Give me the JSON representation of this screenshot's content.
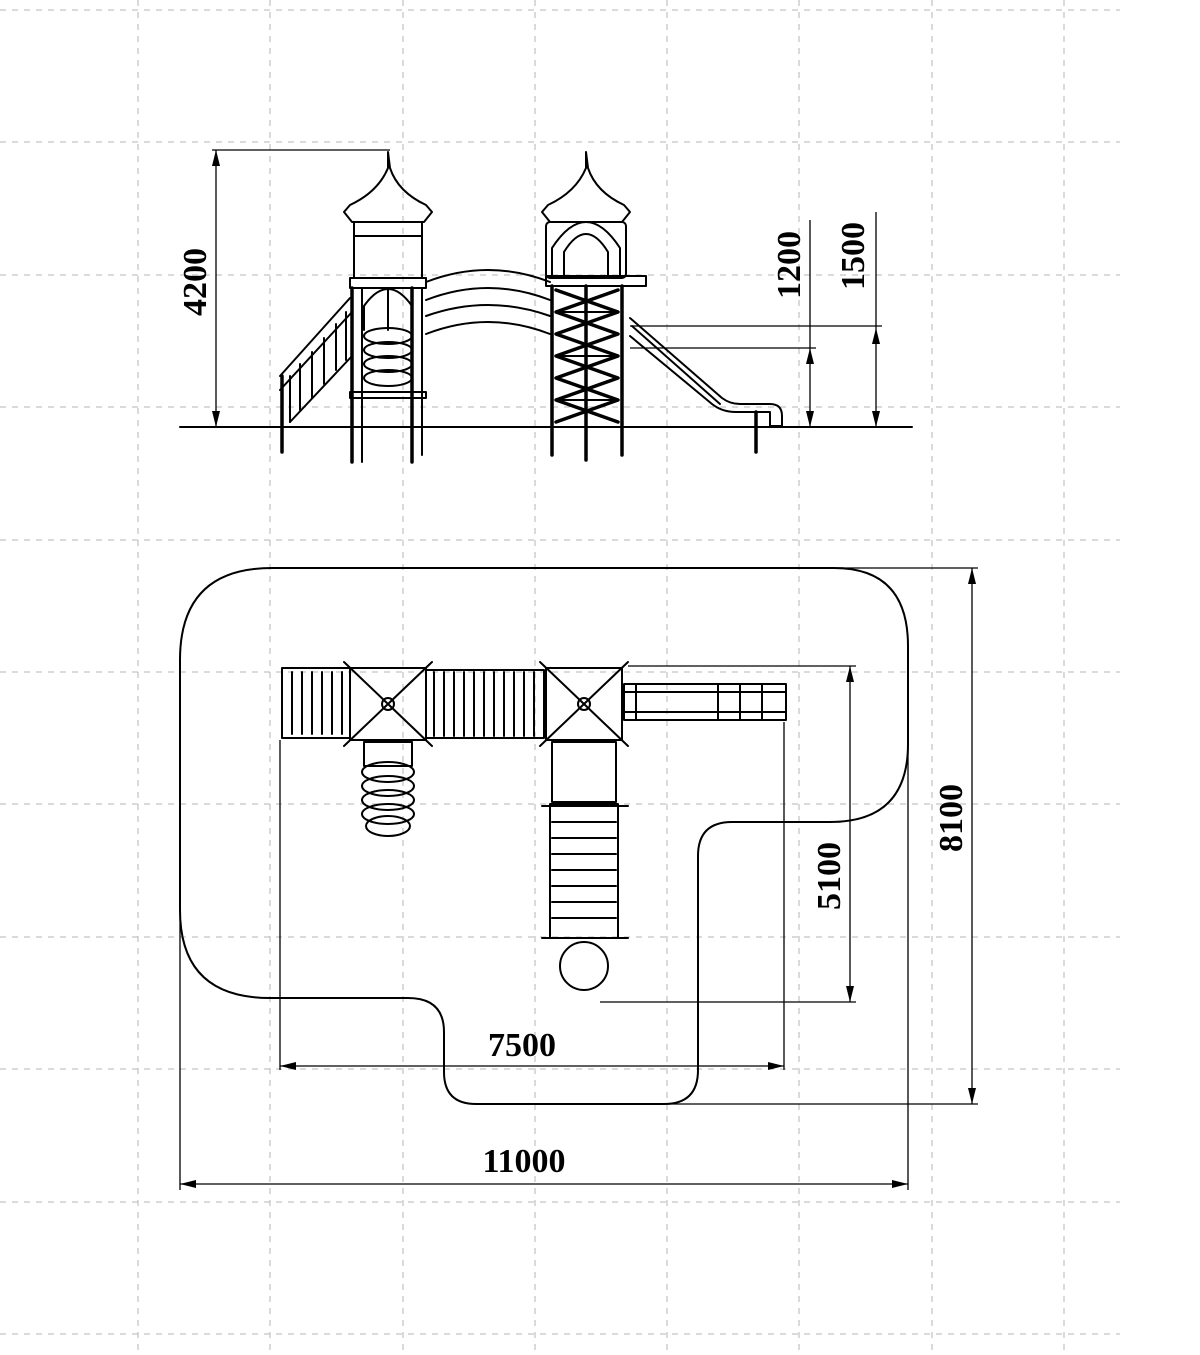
{
  "drawing": {
    "side_view": {
      "overall_height": "4200",
      "platform_height_1": "1200",
      "platform_height_2": "1500"
    },
    "plan_view": {
      "equipment_length": "7500",
      "equipment_width": "5100",
      "zone_length": "11000",
      "zone_width": "8100"
    }
  },
  "colors": {
    "ink": "#000000",
    "grid": "#b5b5b5",
    "background": "#ffffff"
  }
}
